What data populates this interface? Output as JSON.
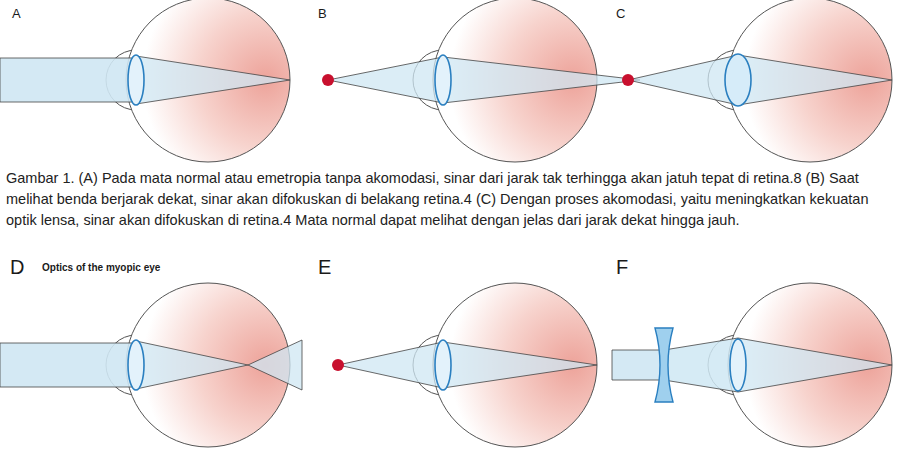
{
  "diagram": {
    "caption": "Gambar 1. (A) Pada mata normal atau emetropia tanpa akomodasi, sinar dari jarak tak terhingga akan jatuh tepat di retina.8 (B) Saat melihat benda berjarak dekat, sinar akan difokuskan di belakang retina.4 (C) Dengan proses akomodasi, yaitu meningkatkan kekuatan optik lensa, sinar akan difokuskan di retina.4 Mata normal dapat melihat dengan jelas dari jarak dekat hingga jauh.",
    "labels": [
      "A",
      "B",
      "C",
      "D",
      "Optics of the myopic eye",
      "E",
      "F"
    ]
  }
}
